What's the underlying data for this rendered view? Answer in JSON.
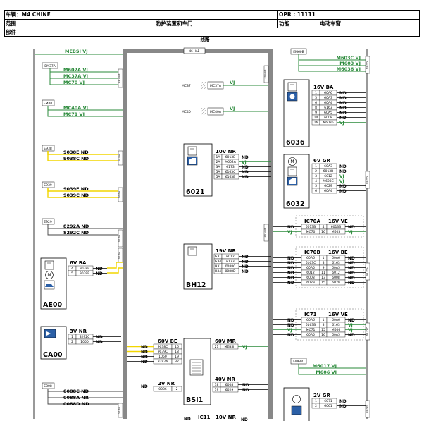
{
  "header": {
    "model_label": "车辆：M4 CHINE",
    "opr_label": "OPR : 11111",
    "scope_label": "范围",
    "scope_value": "防护装置和车门",
    "function_label": "功能",
    "function_value": "电动车窗",
    "part_label": "部件",
    "part_value": ""
  },
  "diagram": {
    "title": "线路",
    "connectors": {
      "em37a": "EM37A",
      "em40": "EM40",
      "e938": "E938",
      "e939": "E939",
      "e929": "E929",
      "e808": "E808",
      "em60b": "EM60B",
      "em60c": "EM60C",
      "hab": "46 HAB"
    },
    "harness": {
      "h1": "48 HAB",
      "h2": "50 PH",
      "h3": "50 PH",
      "h4": "50 PH",
      "h5": "50 PH",
      "h6": "10 PR",
      "h7": "40 HAB",
      "h8": "40 HAB",
      "h9": "65 PPC",
      "h10": "45 PPC",
      "h11": "45 PPC",
      "h12": "65 PVP",
      "h13": "65 PVP"
    },
    "wires_left": {
      "mebsi": "MEBSI VJ",
      "m602a": "M602A VJ",
      "mc37a": "MC37A VJ",
      "mc70": "MC70 VJ",
      "mc40a": "MC40A VJ",
      "mc71": "MC71 VJ",
      "n9038e": "9038E ND",
      "n9038c": "9038C ND",
      "n9039e": "9039E ND",
      "n9039c": "9039C ND",
      "n8292a": "8292A ND",
      "n8292c": "8292C ND",
      "n0088c": "0088C ND",
      "n0088a": "0088A NR",
      "n0088d": "0088D ND"
    },
    "wires_right": {
      "m603c": "M603C VJ",
      "m603": "M603 VJ",
      "m6036": "M6036 VJ",
      "m6017": "M6017 VJ",
      "m606": "M606 VJ"
    },
    "splices": {
      "mc37_label": "MC37",
      "mc37_box": "MC37A",
      "mc37_vj": "VJ",
      "mc40_label": "MC40",
      "mc40_box": "MC40A",
      "mc40_vj": "VJ"
    },
    "components": {
      "c6021": {
        "id": "6021",
        "connector": "10V NR",
        "rows": [
          [
            "1A",
            "6013B"
          ],
          [
            "2A",
            "M602A"
          ],
          [
            "3A",
            "6173"
          ],
          [
            "5A",
            "6163C"
          ],
          [
            "5A",
            "6163B"
          ]
        ],
        "colors": [
          "ND",
          "VJ",
          "ND",
          "ND",
          "ND"
        ]
      },
      "c6036": {
        "id": "6036",
        "connector": "16V BA",
        "rows": [
          [
            "1",
            "60A6"
          ],
          [
            "5",
            "60A3"
          ],
          [
            "6",
            "60A4"
          ],
          [
            "8",
            "6163"
          ],
          [
            "9",
            "60A5"
          ],
          [
            "14",
            "6008"
          ],
          [
            "16",
            "M6036"
          ]
        ],
        "colors": [
          "ND",
          "ND",
          "ND",
          "ND",
          "ND",
          "ND",
          "VJ"
        ]
      },
      "c6032": {
        "id": "6032",
        "connector": "6V GR",
        "rows": [
          [
            "1",
            "60A3"
          ],
          [
            "2",
            "6013B"
          ],
          [
            "3",
            "6012"
          ],
          [
            "4",
            "M603C"
          ],
          [
            "5",
            "6029"
          ],
          [
            "6",
            "60A4"
          ]
        ],
        "colors": [
          "ND",
          "ND",
          "VJ",
          "VJ",
          "ND",
          "ND"
        ]
      },
      "cbh12": {
        "id": "BH12",
        "connector": "19V NR",
        "rows": [
          [
            "G31",
            "6012"
          ],
          [
            "G34",
            "6173"
          ],
          [
            "H31",
            "0088C"
          ],
          [
            "H34",
            "0088D"
          ]
        ],
        "colors": [
          "ND",
          "ND",
          "ND",
          "ND"
        ]
      },
      "cae00": {
        "id": "AE00",
        "connector": "6V BA",
        "rows": [
          [
            "4",
            "9038E"
          ],
          [
            "5",
            "9039E"
          ]
        ],
        "colors": [
          "ND",
          "ND"
        ]
      },
      "cca00": {
        "id": "CA00",
        "connector": "3V NR",
        "rows": [
          [
            "1",
            "8292C"
          ],
          [
            "2",
            "1050"
          ]
        ],
        "colors": [
          "ND",
          "ND"
        ]
      },
      "cbsi1": {
        "id": "BSI1",
        "c60v_be": "60V BE",
        "c60v_be_rows": [
          [
            "9038C",
            "16"
          ],
          [
            "9039C",
            "18"
          ],
          [
            "1050",
            "19"
          ],
          [
            "8292A",
            "32"
          ]
        ],
        "c60v_be_colors": [
          "ND",
          "ND",
          "ND",
          "ND"
        ],
        "c2v_nr": "2V NR",
        "c2v_nr_rows": [
          [
            "0086",
            "2"
          ]
        ],
        "c2v_nr_colors": [
          "ND"
        ],
        "c60v_mr": "60V MR",
        "c60v_mr_rows": [
          [
            "21",
            "MEBSI"
          ]
        ],
        "c60v_mr_colors": [
          "VJ"
        ],
        "c40v_nr": "40V NR",
        "c40v_nr_rows": [
          [
            "18",
            "6008"
          ],
          [
            "19",
            "6029"
          ]
        ],
        "c40v_nr_colors": [
          "ND",
          "ND"
        ],
        "c10v_nr": "10V NR",
        "ic11": "IC11",
        "nd_partial": "ND",
        "nd_partial2": "ND"
      },
      "cic70a": {
        "id": "IC70A",
        "connector": "16V VE",
        "rows": [
          [
            "6013B",
            "4",
            "6013B"
          ],
          [
            "MC70",
            "16",
            "M603"
          ]
        ],
        "left": [
          "ND",
          "VJ"
        ],
        "right": [
          "ND",
          "VJ"
        ]
      },
      "cic70b": {
        "id": "IC70B",
        "connector": "16V BE",
        "rows": [
          [
            "60A6",
            "1",
            "60A6"
          ],
          [
            "6163C",
            "8",
            "6163"
          ],
          [
            "60A5",
            "9",
            "60A5"
          ],
          [
            "6012",
            "11",
            "6012"
          ],
          [
            "6008",
            "13",
            "6008"
          ],
          [
            "6029",
            "15",
            "6029"
          ]
        ],
        "left": [
          "ND",
          "ND",
          "ND",
          "ND",
          "ND",
          "ND"
        ],
        "right": [
          "ND",
          "ND",
          "ND",
          "ND",
          "ND",
          "ND"
        ]
      },
      "cic71": {
        "id": "IC71",
        "connector": "16V VE",
        "rows": [
          [
            "60A6",
            "1",
            "60A6"
          ],
          [
            "6163B",
            "8",
            "6163"
          ],
          [
            "MC71",
            "15",
            "M606"
          ],
          [
            "60A5",
            "16",
            "60A5"
          ]
        ],
        "left": [
          "ND",
          "ND",
          "VJ",
          "ND"
        ],
        "right": [
          "ND",
          "VJ",
          "VJ",
          "ND"
        ]
      },
      "c2vgr": {
        "connector": "2V GR",
        "rows": [
          [
            "1",
            "6071"
          ],
          [
            "2",
            "6061"
          ]
        ],
        "colors": [
          "ND",
          "ND"
        ]
      }
    }
  }
}
